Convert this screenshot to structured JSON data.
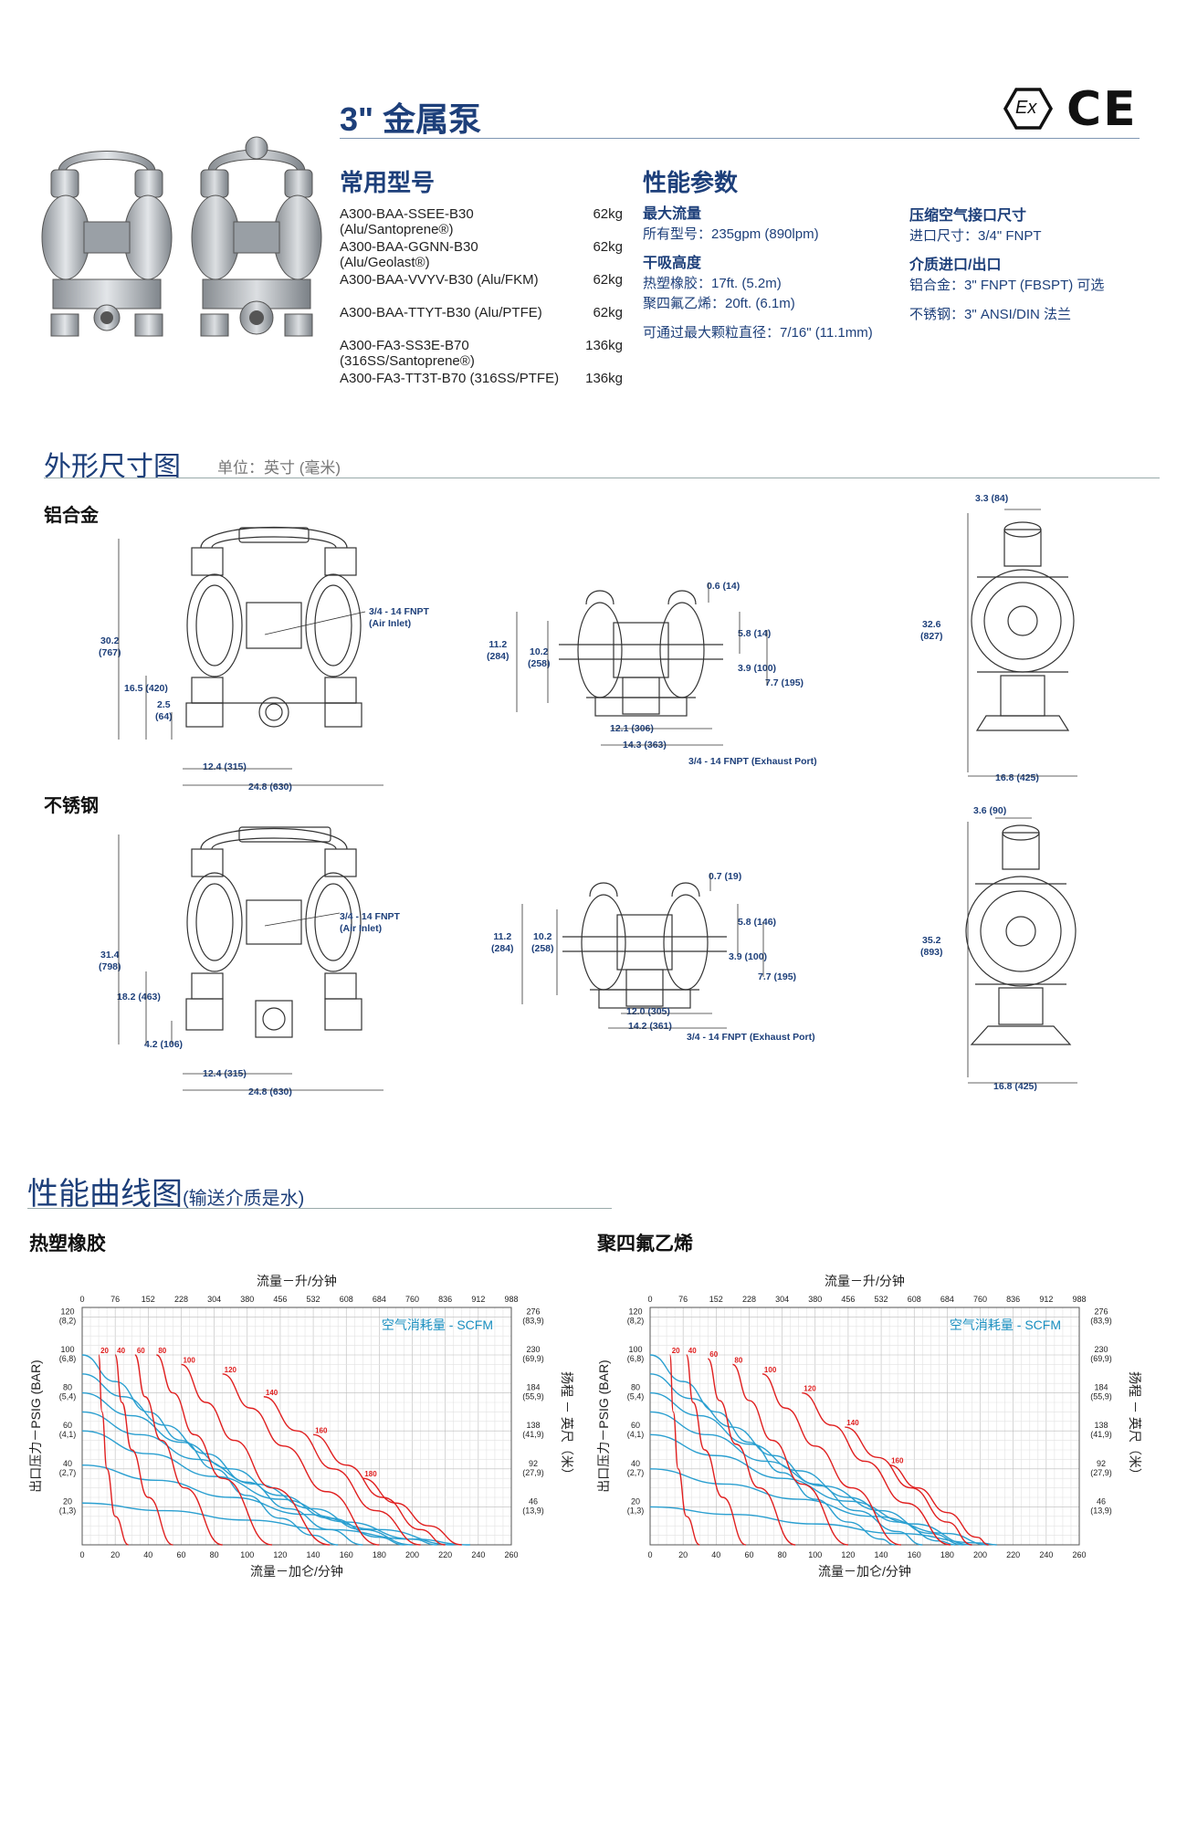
{
  "header": {
    "title": "3\" 金属泵",
    "models_heading": "常用型号",
    "perf_heading": "性能参数"
  },
  "models": [
    {
      "name": "A300-BAA-SSEE-B30 (Alu/Santoprene®)",
      "weight": "62kg"
    },
    {
      "name": "A300-BAA-GGNN-B30 (Alu/Geolast®)",
      "weight": "62kg"
    },
    {
      "name": "A300-BAA-VVYV-B30 (Alu/FKM)",
      "weight": "62kg"
    },
    {
      "name": "A300-BAA-TTYT-B30 (Alu/PTFE)",
      "weight": "62kg"
    },
    {
      "name": "A300-FA3-SS3E-B70 (316SS/Santoprene®)",
      "weight": "136kg"
    },
    {
      "name": "A300-FA3-TT3T-B70 (316SS/PTFE)",
      "weight": "136kg"
    }
  ],
  "specs_left": {
    "max_flow_h": "最大流量",
    "max_flow_v": "所有型号：235gpm (890lpm)",
    "dry_lift_h": "干吸高度",
    "dry_lift_1": "热塑橡胶：17ft. (5.2m)",
    "dry_lift_2": "聚四氟乙烯：20ft. (6.1m)",
    "particle": "可通过最大颗粒直径：7/16\" (11.1mm)"
  },
  "specs_right": {
    "air_h": "压缩空气接口尺寸",
    "air_v": "进口尺寸：3/4\" FNPT",
    "media_h": "介质进口/出口",
    "media_1": "铝合金：3\" FNPT (FBSPT) 可选",
    "media_2": "不锈钢：3\" ANSI/DIN 法兰"
  },
  "certs": {
    "ex": "Ex",
    "ce": "CE"
  },
  "dimensions": {
    "heading": "外形尺寸图",
    "unit": "单位：英寸 (毫米)",
    "alu": {
      "label": "铝合金",
      "front": [
        "30.2\n(767)",
        "16.5 (420)",
        "2.5\n(64)",
        "3/4 - 14 FNPT\n(Air Inlet)",
        "12.4 (315)",
        "24.8 (630)"
      ],
      "side": [
        "0.6 (14)",
        "11.2\n(284)",
        "10.2\n(258)",
        "5.8 (14)",
        "3.9 (100)",
        "7.7 (195)",
        "12.1 (306)",
        "14.3 (363)",
        "3/4 - 14 FNPT (Exhaust Port)"
      ],
      "end": [
        "3.3 (84)",
        "32.6\n(827)",
        "16.8 (425)"
      ]
    },
    "ss": {
      "label": "不锈钢",
      "front": [
        "31.4\n(798)",
        "18.2 (463)",
        "4.2 (106)",
        "3/4 - 14 FNPT\n(Air Inlet)",
        "12.4 (315)",
        "24.8 (630)"
      ],
      "side": [
        "0.7 (19)",
        "11.2\n(284)",
        "10.2\n(258)",
        "5.8 (146)",
        "3.9 (100)",
        "7.7 (195)",
        "12.0 (305)",
        "14.2 (361)",
        "3/4 - 14 FNPT (Exhaust Port)"
      ],
      "end": [
        "3.6 (90)",
        "35.2\n(893)",
        "16.8 (425)"
      ]
    }
  },
  "curves": {
    "heading": "性能曲线图",
    "sub": "(输送介质是水)",
    "left_title": "热塑橡胶",
    "right_title": "聚四氟乙烯"
  },
  "chart_data": [
    {
      "type": "line",
      "title": "热塑橡胶",
      "top_label": "流量－升/分钟",
      "xlabel": "流量－加仑/分钟",
      "ylabel_left": "出口压力－PSIG (BAR)",
      "ylabel_right": "扬程 － 英尺（米）",
      "legend": "空气消耗量 - SCFM",
      "x_ticks": [
        "0",
        "20",
        "40",
        "60",
        "80",
        "100",
        "120",
        "140",
        "160",
        "180",
        "200",
        "220",
        "240",
        "260"
      ],
      "x_top_ticks": [
        "0",
        "76",
        "152",
        "228",
        "304",
        "380",
        "456",
        "532",
        "608",
        "684",
        "760",
        "836",
        "912",
        "988"
      ],
      "y_ticks": [
        "120\n(8,2)",
        "100\n(6,8)",
        "80\n(5,4)",
        "60\n(4,1)",
        "40\n(2,7)",
        "20\n(1,3)"
      ],
      "y_right_ticks": [
        "276\n(83,9)",
        "230\n(69,9)",
        "184\n(55,9)",
        "138\n(41,9)",
        "92\n(27,9)",
        "46\n(13,9)"
      ],
      "air_labels": [
        "20",
        "40",
        "60",
        "80",
        "100",
        "120",
        "140",
        "160",
        "180"
      ],
      "xlim": [
        0,
        260
      ],
      "ylim": [
        0,
        125
      ],
      "pressure_series": [
        {
          "values": [
            [
              0,
              100
            ],
            [
              20,
              86
            ],
            [
              40,
              70
            ],
            [
              60,
              55
            ],
            [
              80,
              40
            ],
            [
              100,
              26
            ],
            [
              120,
              14
            ],
            [
              140,
              5
            ],
            [
              155,
              0
            ]
          ]
        },
        {
          "values": [
            [
              0,
              90
            ],
            [
              25,
              78
            ],
            [
              50,
              63
            ],
            [
              75,
              48
            ],
            [
              100,
              33
            ],
            [
              125,
              19
            ],
            [
              150,
              8
            ],
            [
              170,
              0
            ]
          ]
        },
        {
          "values": [
            [
              0,
              80
            ],
            [
              30,
              68
            ],
            [
              60,
              54
            ],
            [
              90,
              40
            ],
            [
              120,
              26
            ],
            [
              150,
              14
            ],
            [
              180,
              4
            ],
            [
              195,
              0
            ]
          ]
        },
        {
          "values": [
            [
              0,
              70
            ],
            [
              35,
              58
            ],
            [
              70,
              45
            ],
            [
              105,
              32
            ],
            [
              140,
              19
            ],
            [
              170,
              8
            ],
            [
              200,
              0
            ]
          ]
        },
        {
          "values": [
            [
              0,
              60
            ],
            [
              40,
              48
            ],
            [
              80,
              36
            ],
            [
              120,
              24
            ],
            [
              160,
              12
            ],
            [
              200,
              3
            ],
            [
              215,
              0
            ]
          ]
        },
        {
          "values": [
            [
              0,
              42
            ],
            [
              45,
              34
            ],
            [
              90,
              25
            ],
            [
              135,
              16
            ],
            [
              180,
              8
            ],
            [
              225,
              0
            ]
          ]
        },
        {
          "values": [
            [
              0,
              22
            ],
            [
              50,
              18
            ],
            [
              100,
              13
            ],
            [
              150,
              8
            ],
            [
              200,
              3
            ],
            [
              235,
              0
            ]
          ]
        }
      ],
      "air_series": [
        {
          "values": [
            [
              10,
              100
            ],
            [
              12,
              70
            ],
            [
              15,
              40
            ],
            [
              20,
              15
            ],
            [
              28,
              0
            ]
          ]
        },
        {
          "values": [
            [
              20,
              100
            ],
            [
              24,
              75
            ],
            [
              30,
              50
            ],
            [
              40,
              25
            ],
            [
              55,
              0
            ]
          ]
        },
        {
          "values": [
            [
              32,
              100
            ],
            [
              38,
              78
            ],
            [
              48,
              55
            ],
            [
              62,
              30
            ],
            [
              85,
              0
            ]
          ]
        },
        {
          "values": [
            [
              45,
              100
            ],
            [
              55,
              80
            ],
            [
              68,
              58
            ],
            [
              85,
              35
            ],
            [
              115,
              0
            ]
          ]
        },
        {
          "values": [
            [
              60,
              95
            ],
            [
              75,
              75
            ],
            [
              92,
              55
            ],
            [
              115,
              30
            ],
            [
              150,
              0
            ]
          ]
        },
        {
          "values": [
            [
              85,
              90
            ],
            [
              102,
              72
            ],
            [
              122,
              52
            ],
            [
              148,
              28
            ],
            [
              180,
              0
            ]
          ]
        },
        {
          "values": [
            [
              110,
              78
            ],
            [
              130,
              60
            ],
            [
              152,
              40
            ],
            [
              178,
              18
            ],
            [
              205,
              0
            ]
          ]
        },
        {
          "values": [
            [
              140,
              58
            ],
            [
              160,
              42
            ],
            [
              182,
              25
            ],
            [
              205,
              8
            ],
            [
              220,
              0
            ]
          ]
        },
        {
          "values": [
            [
              170,
              35
            ],
            [
              190,
              22
            ],
            [
              210,
              10
            ],
            [
              230,
              0
            ]
          ]
        }
      ]
    },
    {
      "type": "line",
      "title": "聚四氟乙烯",
      "top_label": "流量－升/分钟",
      "xlabel": "流量－加仑/分钟",
      "ylabel_left": "出口压力－PSIG (BAR)",
      "ylabel_right": "扬程 － 英尺（米）",
      "legend": "空气消耗量 - SCFM",
      "x_ticks": [
        "0",
        "20",
        "40",
        "60",
        "80",
        "100",
        "120",
        "140",
        "160",
        "180",
        "200",
        "220",
        "240",
        "260"
      ],
      "x_top_ticks": [
        "0",
        "76",
        "152",
        "228",
        "304",
        "380",
        "456",
        "532",
        "608",
        "684",
        "760",
        "836",
        "912",
        "988"
      ],
      "y_ticks": [
        "120\n(8,2)",
        "100\n(6,8)",
        "80\n(5,4)",
        "60\n(4,1)",
        "40\n(2,7)",
        "20\n(1,3)"
      ],
      "y_right_ticks": [
        "276\n(83,9)",
        "230\n(69,9)",
        "184\n(55,9)",
        "138\n(41,9)",
        "92\n(27,9)",
        "46\n(13,9)"
      ],
      "air_labels": [
        "20",
        "40",
        "60",
        "80",
        "100",
        "120",
        "140",
        "160"
      ],
      "xlim": [
        0,
        260
      ],
      "ylim": [
        0,
        125
      ],
      "pressure_series": [
        {
          "values": [
            [
              0,
              100
            ],
            [
              20,
              86
            ],
            [
              40,
              70
            ],
            [
              60,
              54
            ],
            [
              80,
              38
            ],
            [
              100,
              24
            ],
            [
              120,
              12
            ],
            [
              140,
              3
            ],
            [
              148,
              0
            ]
          ]
        },
        {
          "values": [
            [
              0,
              90
            ],
            [
              25,
              77
            ],
            [
              50,
              62
            ],
            [
              75,
              47
            ],
            [
              100,
              32
            ],
            [
              125,
              18
            ],
            [
              150,
              7
            ],
            [
              165,
              0
            ]
          ]
        },
        {
          "values": [
            [
              0,
              80
            ],
            [
              30,
              68
            ],
            [
              60,
              53
            ],
            [
              90,
              39
            ],
            [
              120,
              25
            ],
            [
              150,
              12
            ],
            [
              175,
              2
            ],
            [
              185,
              0
            ]
          ]
        },
        {
          "values": [
            [
              0,
              70
            ],
            [
              35,
              58
            ],
            [
              70,
              44
            ],
            [
              105,
              31
            ],
            [
              140,
              18
            ],
            [
              170,
              6
            ],
            [
              190,
              0
            ]
          ]
        },
        {
          "values": [
            [
              0,
              58
            ],
            [
              40,
              47
            ],
            [
              80,
              35
            ],
            [
              120,
              23
            ],
            [
              160,
              11
            ],
            [
              195,
              0
            ]
          ]
        },
        {
          "values": [
            [
              0,
              40
            ],
            [
              45,
              32
            ],
            [
              90,
              24
            ],
            [
              135,
              15
            ],
            [
              180,
              6
            ],
            [
              205,
              0
            ]
          ]
        },
        {
          "values": [
            [
              0,
              20
            ],
            [
              50,
              16
            ],
            [
              100,
              11
            ],
            [
              150,
              6
            ],
            [
              200,
              1
            ],
            [
              210,
              0
            ]
          ]
        }
      ],
      "air_series": [
        {
          "values": [
            [
              12,
              100
            ],
            [
              14,
              70
            ],
            [
              17,
              40
            ],
            [
              22,
              15
            ],
            [
              30,
              0
            ]
          ]
        },
        {
          "values": [
            [
              22,
              100
            ],
            [
              26,
              75
            ],
            [
              33,
              50
            ],
            [
              44,
              25
            ],
            [
              58,
              0
            ]
          ]
        },
        {
          "values": [
            [
              35,
              98
            ],
            [
              42,
              76
            ],
            [
              52,
              53
            ],
            [
              66,
              30
            ],
            [
              88,
              0
            ]
          ]
        },
        {
          "values": [
            [
              50,
              95
            ],
            [
              60,
              76
            ],
            [
              74,
              55
            ],
            [
              92,
              32
            ],
            [
              120,
              0
            ]
          ]
        },
        {
          "values": [
            [
              68,
              90
            ],
            [
              82,
              72
            ],
            [
              100,
              52
            ],
            [
              122,
              30
            ],
            [
              152,
              0
            ]
          ]
        },
        {
          "values": [
            [
              92,
              80
            ],
            [
              110,
              63
            ],
            [
              130,
              44
            ],
            [
              155,
              22
            ],
            [
              182,
              0
            ]
          ]
        },
        {
          "values": [
            [
              118,
              62
            ],
            [
              138,
              46
            ],
            [
              158,
              30
            ],
            [
              180,
              12
            ],
            [
              195,
              0
            ]
          ]
        },
        {
          "values": [
            [
              145,
              42
            ],
            [
              162,
              30
            ],
            [
              180,
              17
            ],
            [
              198,
              4
            ],
            [
              205,
              0
            ]
          ]
        }
      ]
    }
  ]
}
